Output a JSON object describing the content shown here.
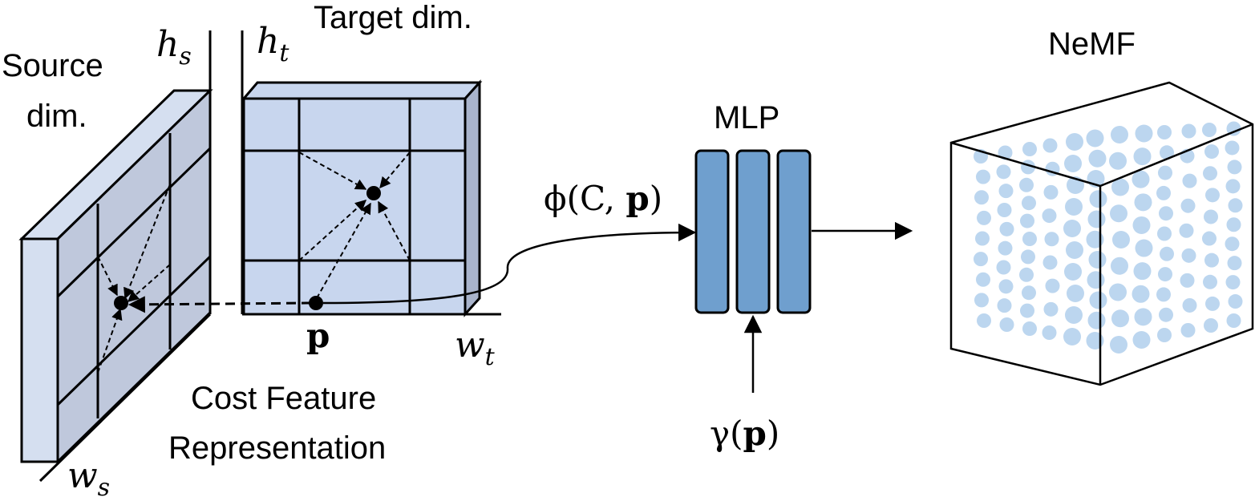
{
  "labels": {
    "source_dim_line1": "Source",
    "source_dim_line2": "dim.",
    "target_dim": "Target dim.",
    "h_s": "h",
    "h_s_sub": "s",
    "h_t": "h",
    "h_t_sub": "t",
    "w_s": "w",
    "w_s_sub": "s",
    "w_t": "w",
    "w_t_sub": "t",
    "p": "p",
    "cost_feature_line1": "Cost Feature",
    "cost_feature_line2": "Representation",
    "phi_func": "ϕ(C, ",
    "phi_p": "p",
    "phi_close": ")",
    "mlp": "MLP",
    "gamma_func": "γ(",
    "gamma_p": "p",
    "gamma_close": ")",
    "nemf": "NeMF"
  },
  "colors": {
    "source_panel_front": "#bfc8dc",
    "source_panel_side": "#d5dff0",
    "target_panel_front": "#c8d6ee",
    "target_panel_side": "#a9b4cc",
    "mlp_block": "#6f9fce",
    "nemf_dots": "#bcd6ef",
    "line": "#000000"
  }
}
